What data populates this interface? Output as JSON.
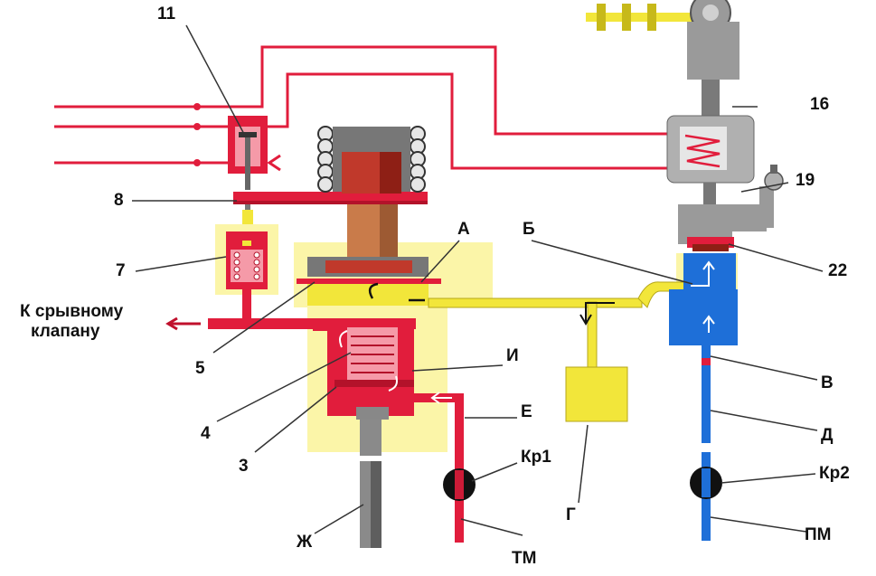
{
  "colors": {
    "brake_pipe": "#e11d3c",
    "main_reservoir": "#1e6fd8",
    "control_air": "#f2e63a",
    "highlight": "#fbf5a8",
    "steel": "#9a9a9a",
    "leader": "#333333"
  },
  "labels": {
    "n11": "11",
    "n8": "8",
    "n7": "7",
    "n5": "5",
    "n4": "4",
    "n3": "3",
    "n16": "16",
    "n19": "19",
    "n22": "22",
    "A": "А",
    "B": "Б",
    "I": "И",
    "E": "Е",
    "V": "В",
    "D": "Д",
    "G": "Г",
    "Zh": "Ж",
    "Kr1": "Кр1",
    "Kr2": "Кр2",
    "TM": "ТМ",
    "PM": "ПМ"
  },
  "notes": {
    "to_valve_line1": "К срывному",
    "to_valve_line2": "клапану"
  }
}
